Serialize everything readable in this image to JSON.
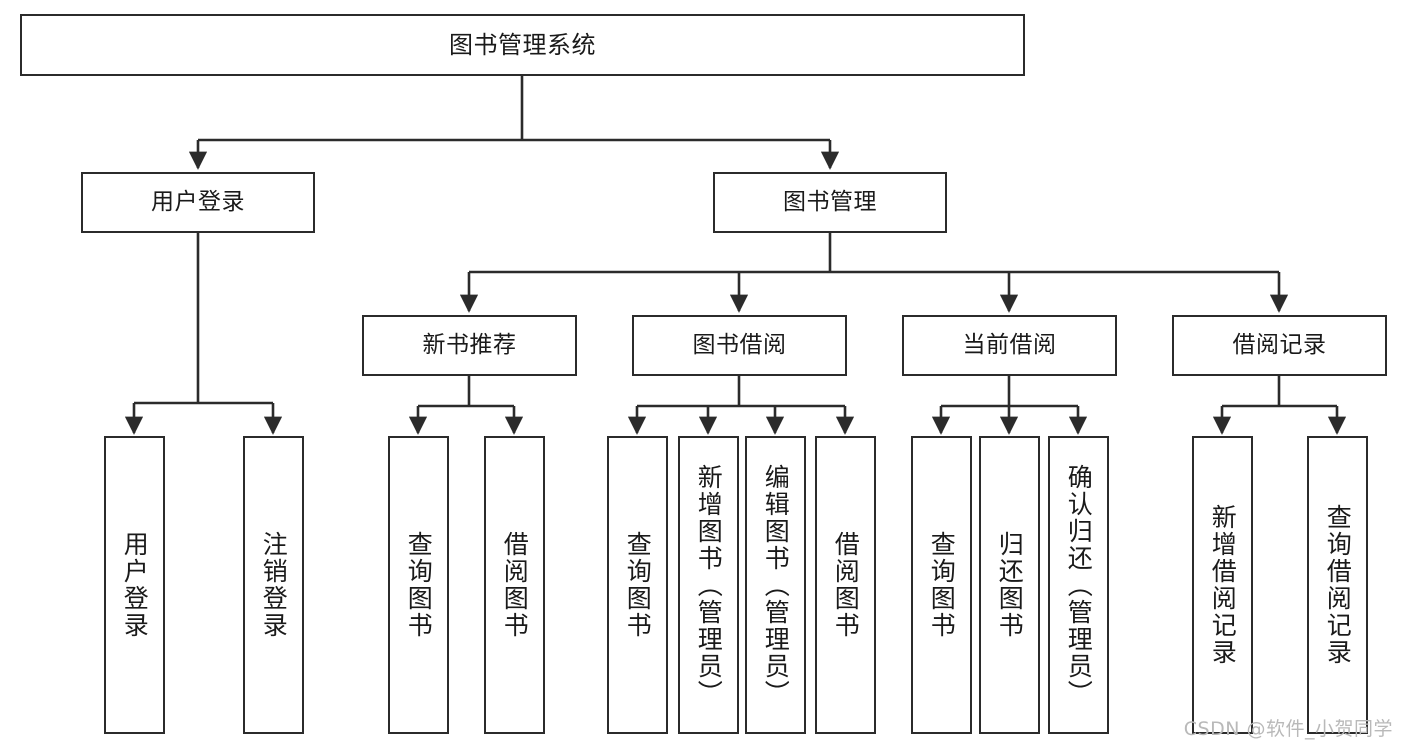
{
  "diagram": {
    "title": "图书管理系统",
    "type": "hierarchy-tree",
    "watermark": "CSDN @软件_小贺同学",
    "colors": {
      "background": "#ffffff",
      "box_border": "#2b2b2b",
      "box_fill": "#ffffff",
      "text": "#1a1a1a",
      "edge": "#2b2b2b",
      "watermark": "#b9b9b9"
    },
    "nodes": {
      "root": {
        "label": "图书管理系统",
        "level": 0
      },
      "level1": [
        {
          "id": "user-login",
          "label": "用户登录"
        },
        {
          "id": "book-manage",
          "label": "图书管理"
        }
      ],
      "level2": [
        {
          "id": "new-book-rec",
          "label": "新书推荐",
          "parent": "book-manage"
        },
        {
          "id": "book-borrow",
          "label": "图书借阅",
          "parent": "book-manage"
        },
        {
          "id": "current-borrow",
          "label": "当前借阅",
          "parent": "book-manage"
        },
        {
          "id": "borrow-record",
          "label": "借阅记录",
          "parent": "book-manage"
        }
      ],
      "leaves": [
        {
          "id": "leaf-user-login",
          "label": "用户登录",
          "parent": "user-login"
        },
        {
          "id": "leaf-logout",
          "label": "注销登录",
          "parent": "user-login"
        },
        {
          "id": "leaf-query-book-1",
          "label": "查询图书",
          "parent": "new-book-rec"
        },
        {
          "id": "leaf-borrow-book-1",
          "label": "借阅图书",
          "parent": "new-book-rec"
        },
        {
          "id": "leaf-query-book-2",
          "label": "查询图书",
          "parent": "book-borrow"
        },
        {
          "id": "leaf-add-book",
          "label": "新增图书（管理员）",
          "parent": "book-borrow"
        },
        {
          "id": "leaf-edit-book",
          "label": "编辑图书（管理员）",
          "parent": "book-borrow"
        },
        {
          "id": "leaf-borrow-book-2",
          "label": "借阅图书",
          "parent": "book-borrow"
        },
        {
          "id": "leaf-query-book-3",
          "label": "查询图书",
          "parent": "current-borrow"
        },
        {
          "id": "leaf-return-book",
          "label": "归还图书",
          "parent": "current-borrow"
        },
        {
          "id": "leaf-confirm-return",
          "label": "确认归还（管理员）",
          "parent": "current-borrow"
        },
        {
          "id": "leaf-add-record",
          "label": "新增借阅记录",
          "parent": "borrow-record"
        },
        {
          "id": "leaf-query-record",
          "label": "查询借阅记录",
          "parent": "borrow-record"
        }
      ]
    }
  }
}
